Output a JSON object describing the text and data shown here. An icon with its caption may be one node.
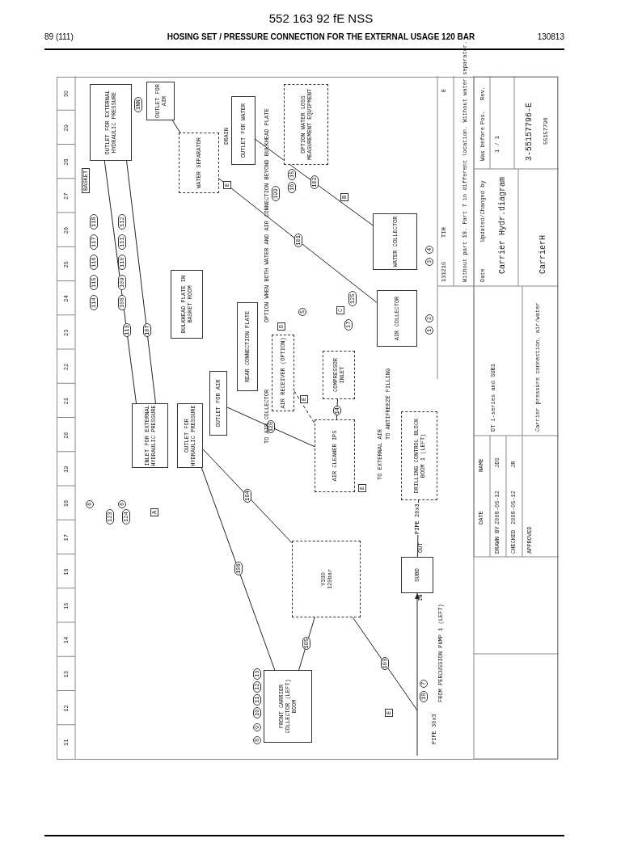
{
  "diagram": {
    "title": "HOSING SET / PRESSURE CONNECTION FOR THE EXTERNAL USAGE 120 BAR",
    "nodes": [
      {
        "text": [
          "FRONT CARRIER COLLECTOR (LEFT) BOOM"
        ]
      },
      {
        "text": [
          "Y330",
          "120bar"
        ]
      },
      {
        "text": [
          "SUBD"
        ]
      },
      {
        "text": [
          "DRILLING CONTROL BLOCK BOOM 1 (LEFT)"
        ]
      },
      {
        "text": [
          "INLET FOR EXTERNAL HYDRAULIC PRESSURE"
        ]
      },
      {
        "text": [
          "OUTLET FOR HYDRAULIC PRESSURE"
        ]
      },
      {
        "text": [
          "OUTLET FOR AIR"
        ]
      },
      {
        "text": [
          "REAR CONNECTION PLATE"
        ]
      },
      {
        "text": [
          "AIR RECEIVER (OPTION)"
        ]
      },
      {
        "text": [
          "AIR CLEANER IPS"
        ]
      },
      {
        "text": [
          "COMPRESSOR INLET"
        ]
      },
      {
        "text": [
          "BULKHEAD PLATE IN BASKET ROOM"
        ]
      },
      {
        "text": [
          "WATER SEPARATOR"
        ]
      },
      {
        "text": [
          "OPTION WATER LOSS MEASUREMENT EQUIPMENT"
        ]
      },
      {
        "text": [
          "WATER COLLECTOR"
        ]
      },
      {
        "text": [
          "AIR COLLECTOR"
        ]
      },
      {
        "text": [
          "OUTLET FOR EXTERNAL HYDRAULIC PRESSURE"
        ]
      },
      {
        "text": [
          "OUTLET FOR WATER"
        ]
      },
      {
        "text": [
          "OUTLET FOR AIR"
        ]
      }
    ],
    "edges": [
      {
        "from": null,
        "to": 2,
        "arrow": "to"
      },
      {
        "from": 2,
        "to": 3,
        "arrow": "none",
        "label": "PIPE 20x3"
      },
      {
        "from": null,
        "to": 1,
        "arrow": "none",
        "label": "103"
      },
      {
        "from": 1,
        "to": 0,
        "arrow": "none",
        "label": "105"
      },
      {
        "from": 0,
        "to": 5,
        "arrow": "none",
        "label": "106"
      },
      {
        "from": 1,
        "to": 5,
        "arrow": "none",
        "label": "104"
      },
      {
        "from": 9,
        "to": 6,
        "arrow": "none",
        "label": "120"
      },
      {
        "from": 10,
        "to": 9,
        "arrow": "none",
        "label": "14"
      },
      {
        "from": 8,
        "to": 9,
        "arrow": "none",
        "style": "dashed"
      },
      {
        "from": 4,
        "to": 16,
        "arrow": "none",
        "label": "113"
      },
      {
        "from": 4,
        "to": 16,
        "arrow": "none",
        "label": "107"
      },
      {
        "from": 15,
        "to": 12,
        "arrow": "none",
        "label": "101"
      },
      {
        "from": 14,
        "to": 17,
        "arrow": "none",
        "label": "102"
      },
      {
        "from": 12,
        "to": 18,
        "arrow": "none"
      }
    ],
    "labels": [
      "552 163 92 fE NSS",
      "89 (111)",
      "130813",
      "11",
      "12",
      "13",
      "14",
      "15",
      "16",
      "17",
      "18",
      "19",
      "20",
      "21",
      "22",
      "23",
      "24",
      "25",
      "26",
      "27",
      "28",
      "29",
      "30",
      "PIPE 30x3",
      "FROM PERCUSSION PUMP 1 (LEFT)",
      "18",
      "7",
      "E",
      "IN",
      "OUT",
      "8",
      "9",
      "10",
      "11",
      "12",
      "13",
      "A",
      "123",
      "124",
      "6",
      "6",
      "114",
      "115",
      "116",
      "117",
      "118",
      "108",
      "109",
      "110",
      "111",
      "112",
      "BASKET",
      "1NN",
      "DRAIN",
      "E",
      "199",
      "16",
      "15",
      "B",
      "OPTION WHEN BOTH WATER AND AIR CONNECTION BEYOND BULKHEAD PLATE",
      "5",
      "17",
      "125",
      "C",
      "E",
      "1",
      "2",
      "3",
      "4",
      "D",
      "E",
      "TO AIR COLLECTOR",
      "TO EXTERNAL AIR",
      "TO ANTIFREEZE FILLING",
      "131210",
      "TIH",
      "Without part 18. Part 7 in different location. Without water separator.",
      "E",
      "Date",
      "Updated/Changed by",
      "Was before",
      "Pos.",
      "Rev.",
      "DT i-series and SUB1",
      "Carrier pressure connection, air/water",
      "1 / 1",
      "3-55157796-E",
      "55157796",
      "DATE",
      "NAME",
      "DRAWN BY",
      "2008-05-12",
      "JDS",
      "CHECKED",
      "2008-05-12",
      "JR",
      "APPROVED",
      "Carrier Hydr.diagram",
      "CarrierH"
    ]
  }
}
